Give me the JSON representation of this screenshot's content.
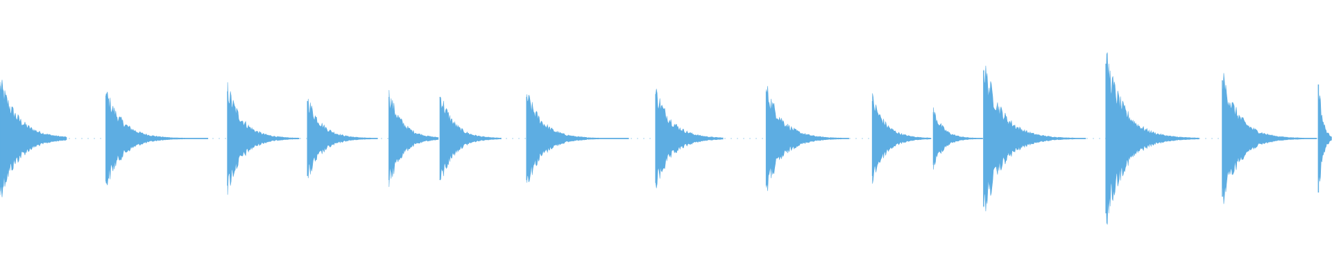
{
  "waveform": {
    "color": "#5dade2",
    "background": "#ffffff",
    "baseline_fraction": 0.5,
    "total_duration": 1.0,
    "notes": [
      {
        "time": 0.0,
        "amplitude": 0.38,
        "decay": 0.055,
        "tail": 0.05
      },
      {
        "time": 0.0796,
        "amplitude": 0.31,
        "decay": 0.05,
        "tail": 0.077
      },
      {
        "time": 0.1709,
        "amplitude": 0.34,
        "decay": 0.045,
        "tail": 0.054
      },
      {
        "time": 0.2309,
        "amplitude": 0.27,
        "decay": 0.042,
        "tail": 0.053
      },
      {
        "time": 0.2921,
        "amplitude": 0.3,
        "decay": 0.04,
        "tail": 0.037
      },
      {
        "time": 0.3304,
        "amplitude": 0.3,
        "decay": 0.04,
        "tail": 0.046
      },
      {
        "time": 0.3954,
        "amplitude": 0.3,
        "decay": 0.048,
        "tail": 0.077
      },
      {
        "time": 0.4923,
        "amplitude": 0.32,
        "decay": 0.048,
        "tail": 0.051
      },
      {
        "time": 0.5753,
        "amplitude": 0.34,
        "decay": 0.048,
        "tail": 0.062
      },
      {
        "time": 0.655,
        "amplitude": 0.27,
        "decay": 0.04,
        "tail": 0.044
      },
      {
        "time": 0.7008,
        "amplitude": 0.19,
        "decay": 0.03,
        "tail": 0.037
      },
      {
        "time": 0.7385,
        "amplitude": 0.49,
        "decay": 0.055,
        "tail": 0.077
      },
      {
        "time": 0.8303,
        "amplitude": 0.54,
        "decay": 0.055,
        "tail": 0.07
      },
      {
        "time": 0.9177,
        "amplitude": 0.42,
        "decay": 0.05,
        "tail": 0.071
      },
      {
        "time": 0.9898,
        "amplitude": 0.39,
        "decay": 0.012,
        "tail": 0.0102
      }
    ]
  }
}
